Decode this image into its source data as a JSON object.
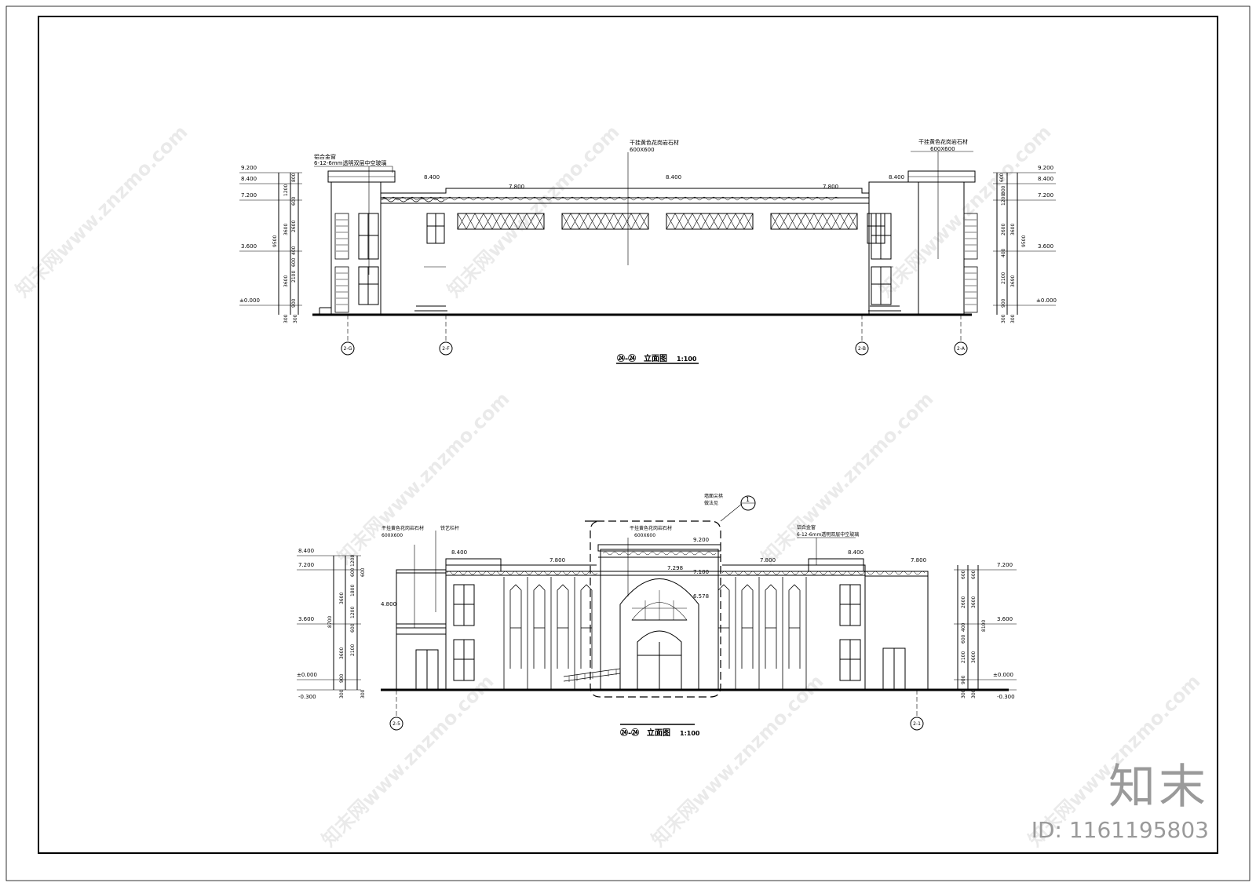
{
  "top": {
    "title_sym": "㉔-㉔",
    "title": "立面图",
    "scale": "1:100",
    "callouts": {
      "left_a": "铝合金窗",
      "left_b": "6-12-6mm透明双层中空玻璃",
      "mid_a": "干挂黄色花岗岩石材",
      "mid_b": "600X600",
      "right_a": "干挂黄色花岗岩石材",
      "right_b": "600X600"
    },
    "roof_levels": {
      "a": "8.400",
      "b": "7.800",
      "c": "8.400",
      "d": "7.800",
      "e": "8.400"
    },
    "levels_left": [
      "9.200",
      "8.400",
      "7.200",
      "3.600",
      "±0.000"
    ],
    "levels_right": [
      "9.200",
      "8.400",
      "7.200",
      "3.600",
      "±0.000"
    ],
    "dims_left": [
      "800",
      "1200",
      "600",
      "3600",
      "2600",
      "9500",
      "400",
      "3600",
      "2100",
      "600",
      "900",
      "300",
      "300"
    ],
    "dims_right": [
      "600",
      "800",
      "1200",
      "2600",
      "3600",
      "9500",
      "400",
      "2100",
      "3690",
      "900",
      "300",
      "300"
    ],
    "axes": [
      "2-G",
      "2-F",
      "2-B",
      "2-A"
    ]
  },
  "bottom": {
    "title_sym": "㉔-㉔",
    "title": "立面图",
    "scale": "1:100",
    "detail_note_a": "墙面尖拱",
    "detail_note_b": "做法见",
    "detail_no": "1",
    "callouts": {
      "l1a": "干挂黄色花岗岩石材",
      "l1b": "600X600",
      "l2": "铁艺栏杆",
      "m1a": "干挂黄色花岗岩石材",
      "m1b": "600X600",
      "r1a": "铝合金窗",
      "r1b": "6-12-6mm透明双层中空玻璃"
    },
    "levels": {
      "a": "8.400",
      "b": "7.800",
      "c": "9.200",
      "d": "7.800",
      "e": "8.400",
      "f": "7.800",
      "g": "7.298",
      "h": "7.100",
      "i": "6.578",
      "j": "4.800"
    },
    "levels_left": [
      "8.400",
      "7.200",
      "3.600",
      "±0.000",
      "-0.300"
    ],
    "levels_right": [
      "7.200",
      "3.600",
      "±0.000",
      "-0.300"
    ],
    "dims_left": [
      "1200",
      "600",
      "600",
      "1800",
      "3600",
      "8700",
      "1200",
      "600",
      "2100",
      "3600",
      "900",
      "300",
      "300"
    ],
    "dims_right": [
      "600",
      "600",
      "2600",
      "3600",
      "8100",
      "400",
      "600",
      "2100",
      "3600",
      "900",
      "300",
      "300"
    ],
    "axes": [
      "2-5",
      "2-1"
    ]
  },
  "watermark": "知末网www.znzmo.com",
  "brand": {
    "logo": "知末",
    "id": "ID: 1161195803"
  }
}
